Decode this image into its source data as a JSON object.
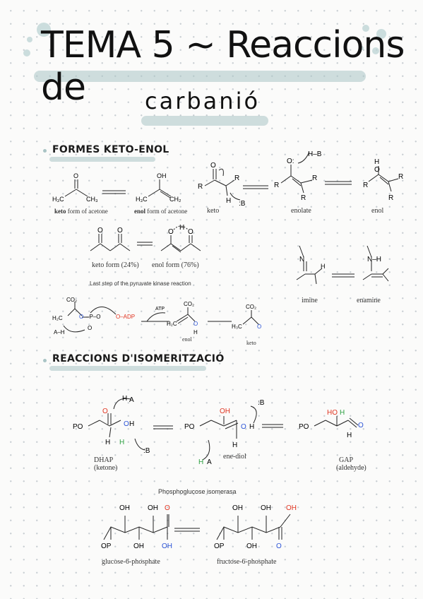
{
  "title": {
    "line1": "TEMA 5 ~ Reaccions de",
    "line2": "carbanió"
  },
  "sections": {
    "keto_enol": "FORMES KETO-ENOL",
    "isomer": "REACCIONS D'ISOMERITZACIÓ"
  },
  "keto_enol": {
    "acetone_keto_bold": "keto",
    "acetone_keto_rest": " form of acetone",
    "acetone_enol_bold": "enol",
    "acetone_enol_rest": " form of acetone",
    "mech_keto": "keto",
    "mech_enolate": "enolate",
    "mech_enol": "enol",
    "diketo_keto": "keto form (24%)",
    "diketo_enol": "enol form (76%)",
    "pyruvate_caption": "Last step of the pyruvate kinase reaction",
    "pyr_enol": "enol",
    "pyr_keto": "keto",
    "atp": "ATP",
    "adp": "O–ADP",
    "imine": "imine",
    "enamine": "enamine"
  },
  "isomer": {
    "dhap": "DHAP",
    "dhap_sub": "(ketone)",
    "enediol": "ene-diol",
    "gap": "GAP",
    "gap_sub": "(aldehyde)",
    "pgi_caption": "Phosphoglucose isomerasa",
    "g6p": "glucose-6-phosphate",
    "f6p": "fructose-6-phosphate"
  },
  "colors": {
    "highlight": "#a9c4c5",
    "red": "#e0331f",
    "blue": "#2a52d6",
    "green": "#2ea043"
  }
}
